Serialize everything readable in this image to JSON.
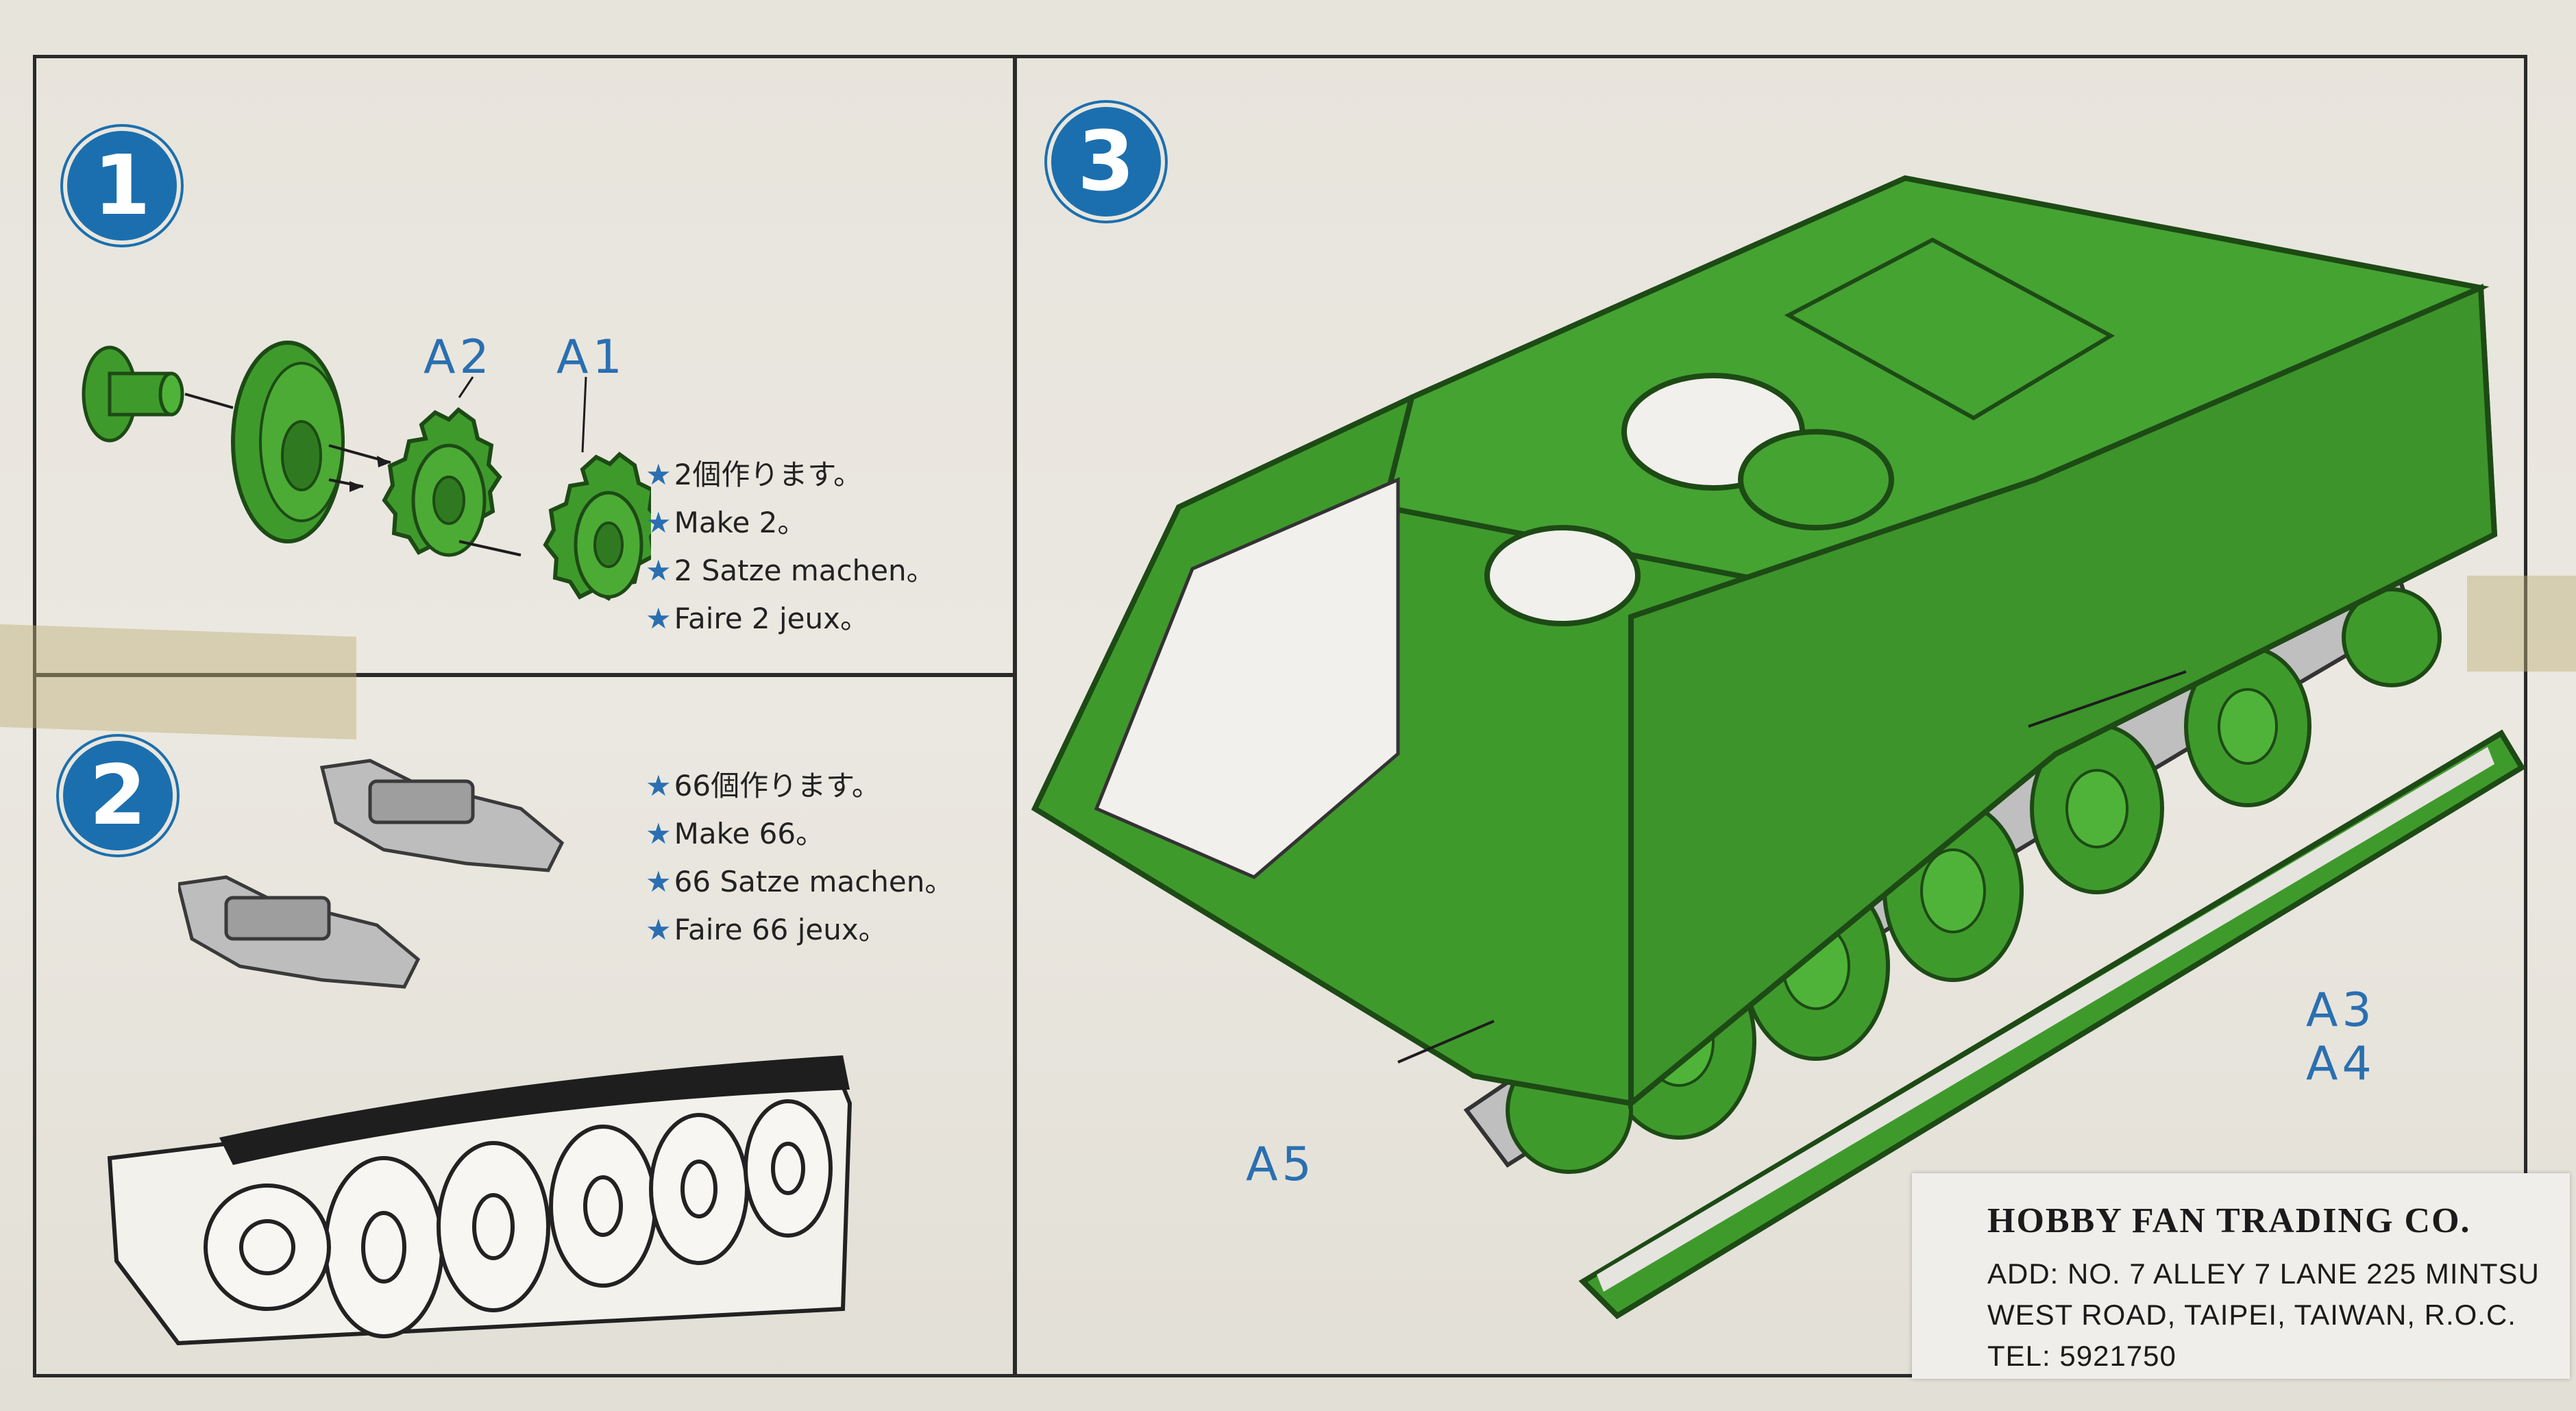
{
  "steps": {
    "step1": {
      "number": "1",
      "parts": [
        "A2",
        "A1"
      ],
      "instructions": [
        "2個作ります。",
        "Make 2。",
        "2 Satze machen。",
        "Faire 2 jeux。"
      ]
    },
    "step2": {
      "number": "2",
      "instructions": [
        "66個作ります。",
        "Make 66。",
        "66 Satze machen。",
        "Faire 66 jeux。"
      ]
    },
    "step3": {
      "number": "3",
      "parts": [
        "A5",
        "A3",
        "A4"
      ]
    }
  },
  "company": {
    "name": "HOBBY FAN TRADING CO.",
    "address_line1": "ADD: NO. 7 ALLEY 7 LANE 225 MINTSU",
    "address_line2": "WEST ROAD, TAIPEI, TAIWAN, R.O.C.",
    "phone": "TEL: 5921750"
  },
  "colors": {
    "part_green": "#3f9a2c",
    "accent_blue": "#1b6fae",
    "paper": "#e9e6de"
  }
}
